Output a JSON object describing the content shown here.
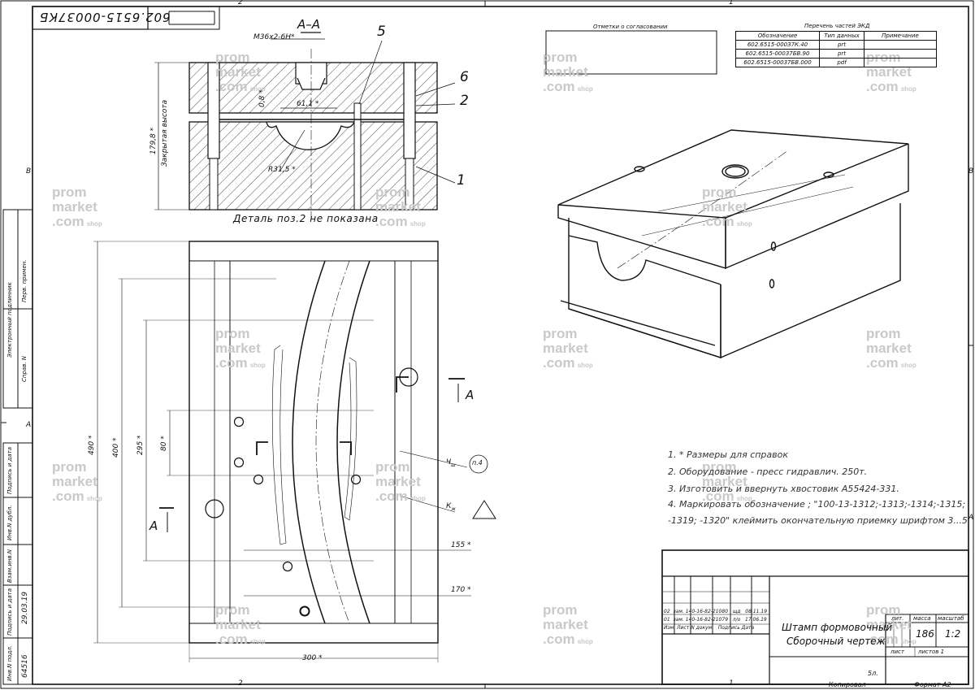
{
  "frame": {
    "zone_top_left": "2",
    "zone_top_right": "1",
    "zone_side_b": "B",
    "zone_side_a": "A",
    "zone_bottom_left": "2",
    "zone_bottom_right": "1",
    "drawing_number_stamp": "602.6515-00037КБ"
  },
  "watermark": {
    "line1": "prom",
    "line2": "market",
    "line3": ".com",
    "shop": "shop"
  },
  "section_view": {
    "title": "А–А",
    "thread": "M36x2-6H*",
    "dim_width": "61,1 *",
    "dim_gap": "0,8 *",
    "dim_radius": "R31,5 *",
    "dim_height": "179,8 *",
    "dim_height_label": "Закрытая высота",
    "callout_5": "5",
    "callout_6": "6",
    "callout_2": "2",
    "callout_1": "1",
    "caption": "Деталь поз.2 не показана"
  },
  "plan_view": {
    "dim_490": "490 *",
    "dim_400": "400 *",
    "dim_295": "295 *",
    "dim_80": "80 *",
    "dim_155": "155 *",
    "dim_170": "170 *",
    "dim_300": "300 *",
    "section_mark_a": "А",
    "roughness_ch": "Ч",
    "roughness_ch_sub": "ш",
    "roughness_k": "К",
    "roughness_k_sub": "ж",
    "circle_label": "п.4"
  },
  "approval_box": {
    "title": "Отметки о согласовании"
  },
  "parts_list": {
    "title": "Перечень частей ЭКД",
    "headers": [
      "Обозначение",
      "Тип данных",
      "Примечание"
    ],
    "rows": [
      [
        "602.6515-00037К.40",
        "prt",
        ""
      ],
      [
        "602.6515-00037БВ.90",
        "prt",
        ""
      ],
      [
        "602.6515-00037БВ.000",
        "pdf",
        ""
      ]
    ]
  },
  "notes": [
    "1.  *  Размеры для справок",
    "2.  Оборудование - пресс гидравлич. 250т.",
    "3.  Изготовить и ввернуть хвостовик А55424-331.",
    "4.  Маркировать обозначение ; \"100-13-1312;-1313;-1314;-1315;",
    "-1319; -1320\" клеймить окончательную приемку шрифтом 3...5."
  ],
  "side_stamp": {
    "perv_primen": "Перв. примен.",
    "electronic": "Электронный подлинник",
    "sprav": "Справ. N",
    "podp_data_1": "Подпись и дата",
    "inv_dubl": "Инв.N дубл.",
    "vzam_inv": "Взам.инв.N",
    "podp_data_2": "Подпись и дата",
    "inv_podl": "Инв.N подл.",
    "date": "29.03.19",
    "inv_number": "64516"
  },
  "title_block": {
    "name_line1": "Штамп формовочный",
    "name_line2": "Сборочный чертеж",
    "lit_label": "лит.",
    "mass_label": "масса",
    "scale_label": "масштаб",
    "mass_value": "186",
    "scale_value": "1:2",
    "sheet_label": "лист",
    "sheets_label": "листов 1",
    "copied": "Копировал",
    "format": "Формат А2",
    "five_l": "5л.",
    "rev_rows": [
      [
        "02",
        "зам.",
        "140-16-82-21080",
        "щд",
        "08.11.19"
      ],
      [
        "01",
        "зам.",
        "140-16-82-21079",
        "л/о",
        "17.06.19"
      ]
    ],
    "rev_headers": [
      "Изм.",
      "Лист",
      "N докум.",
      "Подпись",
      "Дата"
    ]
  }
}
